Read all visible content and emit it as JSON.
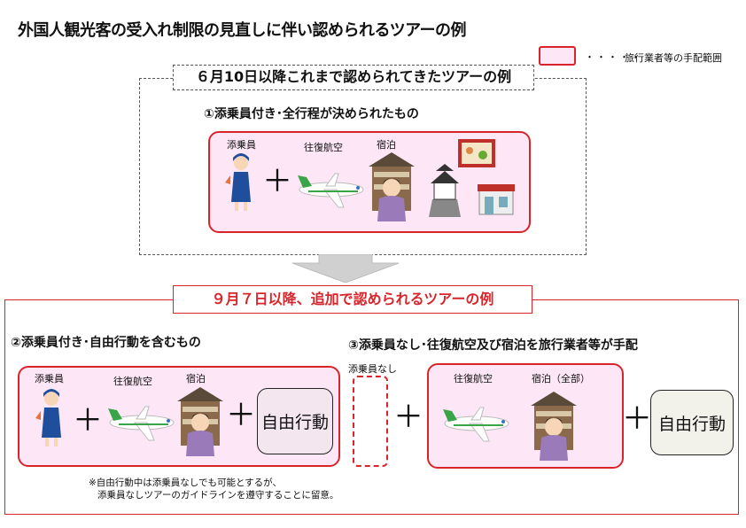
{
  "title": "外国人観光客の受入れ制限の見直しに伴い認められるツアーの例",
  "legend": {
    "dots": "・・・・・",
    "label": "旅行業者等の手配範囲",
    "color": "#fde6f6",
    "border": "#d9242b"
  },
  "section1": {
    "header": "６月10日以降これまで認められてきたツアーの例",
    "subtitle": "①添乗員付き･全行程が決められたもの",
    "labels": {
      "attendant": "添乗員",
      "flight": "往復航空",
      "lodging": "宿泊"
    }
  },
  "section2": {
    "header": "９月７日以降、追加で認められるツアーの例",
    "example2": {
      "subtitle": "②添乗員付き･自由行動を含むもの",
      "attendant": "添乗員",
      "flight": "往復航空",
      "lodging": "宿泊",
      "free": "自由行動",
      "note_line1": "※自由行動中は添乗員なしでも可能とするが、",
      "note_line2": "添乗員なしツアーのガイドラインを遵守することに留意。"
    },
    "example3": {
      "subtitle": "③添乗員なし･往復航空及び宿泊を旅行業者等が手配",
      "no_attendant": "添乗員なし",
      "flight": "往復航空",
      "lodging": "宿泊（全部）",
      "free": "自由行動"
    }
  },
  "plus": "＋"
}
